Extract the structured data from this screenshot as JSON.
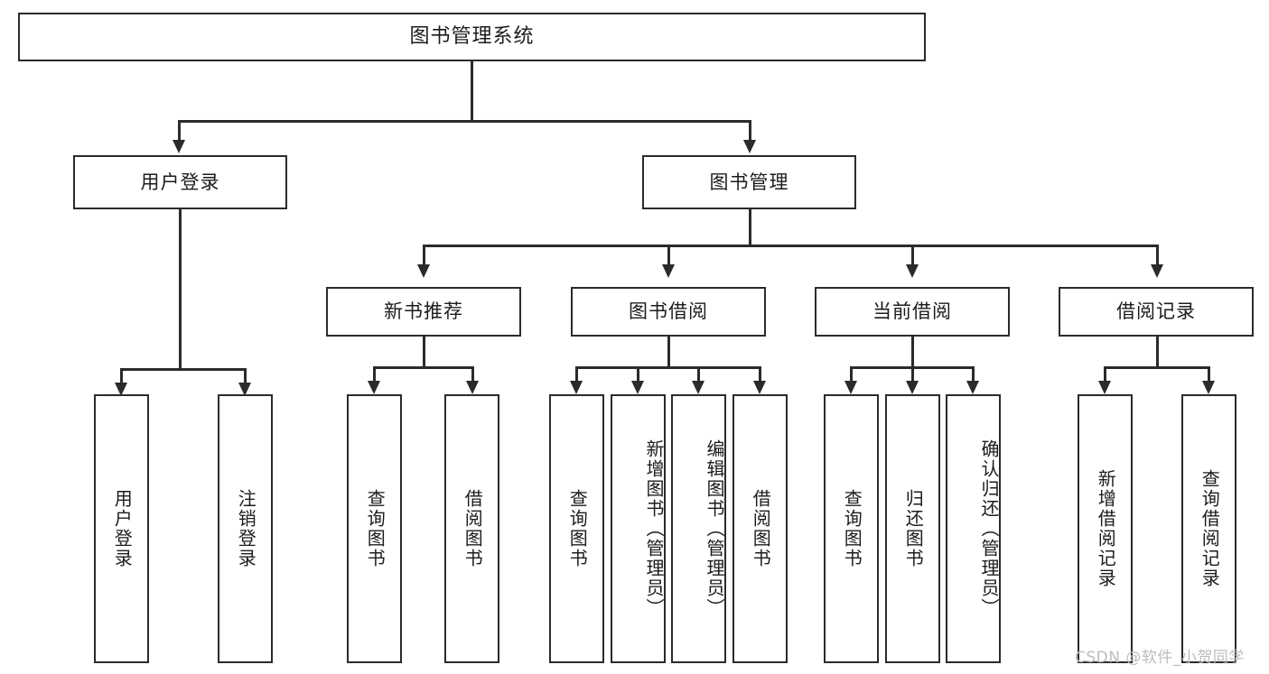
{
  "diagram": {
    "type": "tree",
    "title": "图书管理系统",
    "watermark": "CSDN @软件_小贺同学",
    "colors": {
      "stroke": "#2b2b2b",
      "fill": "#ffffff",
      "text": "#1c1c1c",
      "watermark": "#bdbdbd"
    },
    "root": {
      "label": "图书管理系统"
    },
    "level2": [
      {
        "label": "用户登录"
      },
      {
        "label": "图书管理"
      }
    ],
    "level3": [
      {
        "label": "新书推荐"
      },
      {
        "label": "图书借阅"
      },
      {
        "label": "当前借阅"
      },
      {
        "label": "借阅记录"
      }
    ],
    "leaves": {
      "user_login": [
        {
          "label": "用户登录"
        },
        {
          "label": "注销登录"
        }
      ],
      "new_book": [
        {
          "label": "查询图书"
        },
        {
          "label": "借阅图书"
        }
      ],
      "borrow": [
        {
          "label": "查询图书"
        },
        {
          "label": "新增图书（管理员）"
        },
        {
          "label": "编辑图书（管理员）"
        },
        {
          "label": "借阅图书"
        }
      ],
      "current": [
        {
          "label": "查询图书"
        },
        {
          "label": "归还图书"
        },
        {
          "label": "确认归还（管理员）"
        }
      ],
      "records": [
        {
          "label": "新增借阅记录"
        },
        {
          "label": "查询借阅记录"
        }
      ]
    }
  }
}
